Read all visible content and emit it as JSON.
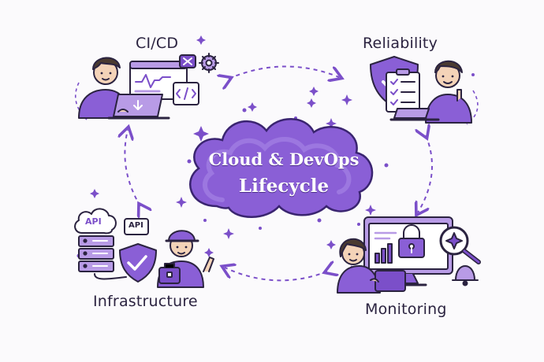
{
  "center": {
    "line1": "Cloud & DevOps",
    "line2": "Lifecycle"
  },
  "stages": {
    "cicd": {
      "label": "CI/CD"
    },
    "reliability": {
      "label": "Reliability"
    },
    "infrastructure": {
      "label": "Infrastructure",
      "api_top": "API",
      "api_small": "API"
    },
    "monitoring": {
      "label": "Monitoring"
    }
  },
  "colors": {
    "accent": "#7b4fc9",
    "accent_light": "#b89be6",
    "outline": "#2b2340",
    "skin": "#f4d3b8",
    "background": "#fbfafc"
  }
}
